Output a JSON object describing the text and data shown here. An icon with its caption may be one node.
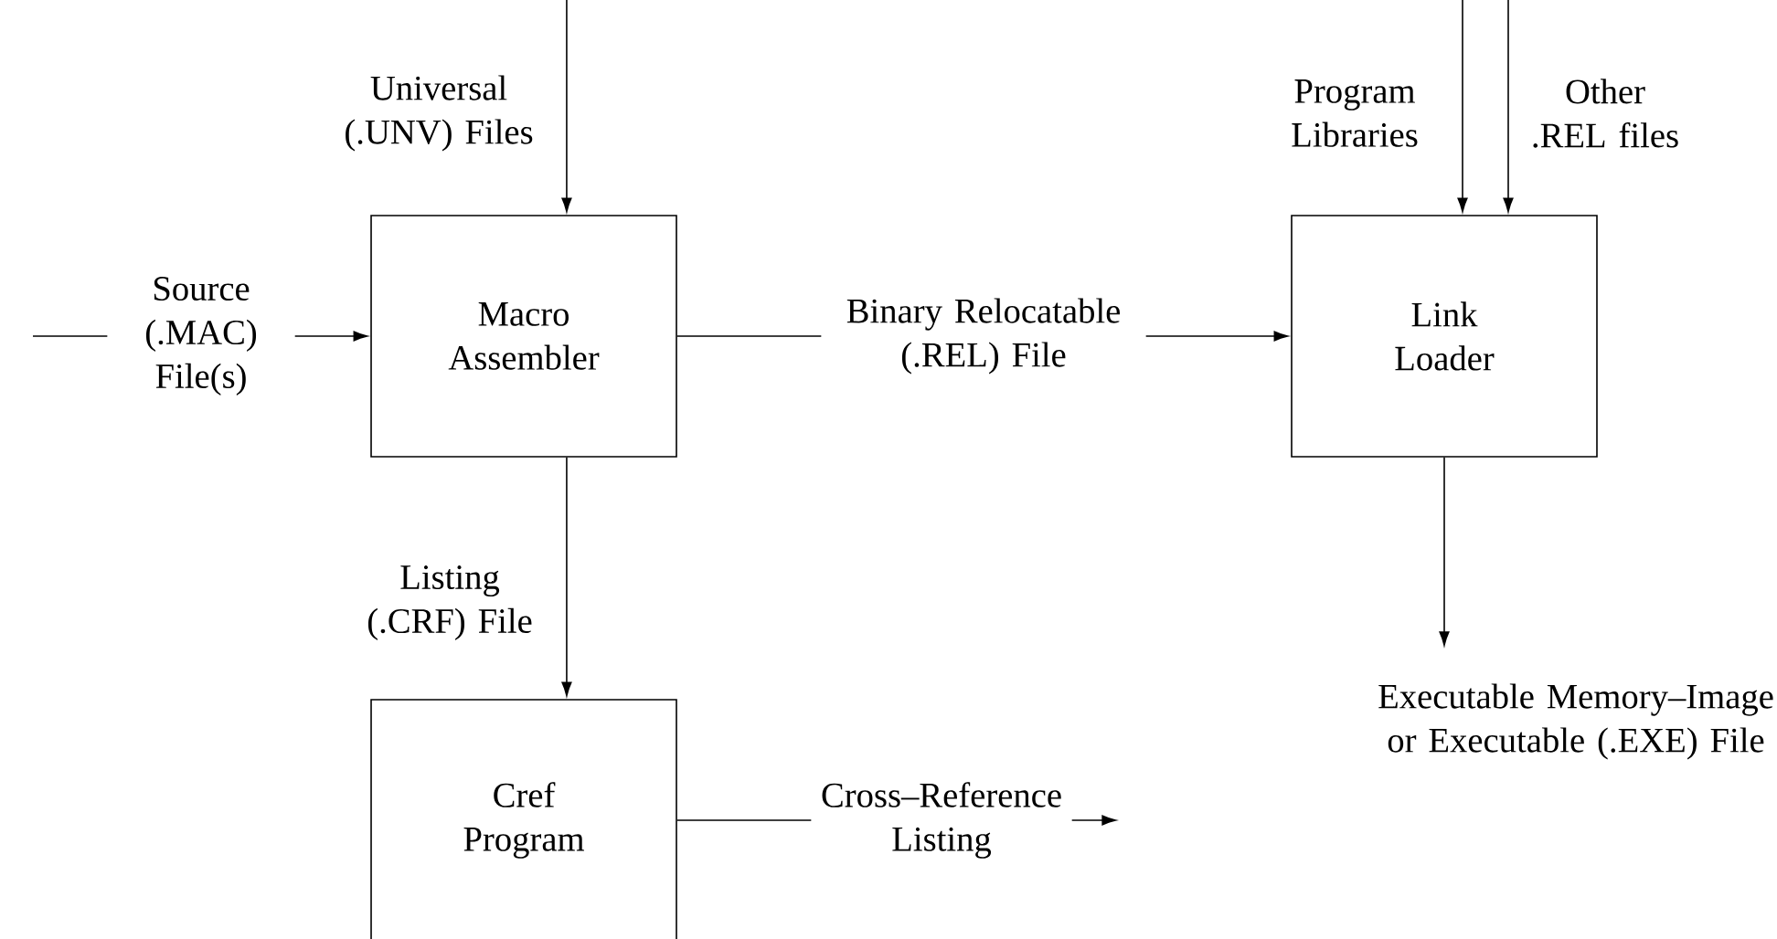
{
  "diagram": {
    "nodes": [
      {
        "text": [
          "Macro",
          "Assembler"
        ]
      },
      {
        "text": [
          "Link",
          "Loader"
        ]
      },
      {
        "text": [
          "Cref",
          "Program"
        ]
      }
    ],
    "edges": [
      {
        "from": null,
        "to": 0,
        "arrow": "to",
        "label": "Universal (.UNV) Files"
      },
      {
        "from": null,
        "to": 0,
        "arrow": "to",
        "label": "Source (.MAC) File(s)"
      },
      {
        "from": 0,
        "to": 1,
        "arrow": "to",
        "label": "Binary Relocatable (.REL) File"
      },
      {
        "from": null,
        "to": 1,
        "arrow": "to",
        "label": "Program Libraries"
      },
      {
        "from": null,
        "to": 1,
        "arrow": "to",
        "label": "Other .REL files"
      },
      {
        "from": 1,
        "to": null,
        "arrow": "to",
        "label": "Executable Memory–Image or Executable (.EXE) File"
      },
      {
        "from": 0,
        "to": 2,
        "arrow": "to",
        "label": "Listing (.CRF) File"
      },
      {
        "from": 2,
        "to": null,
        "arrow": "to",
        "label": "Cross–Reference Listing"
      }
    ]
  }
}
